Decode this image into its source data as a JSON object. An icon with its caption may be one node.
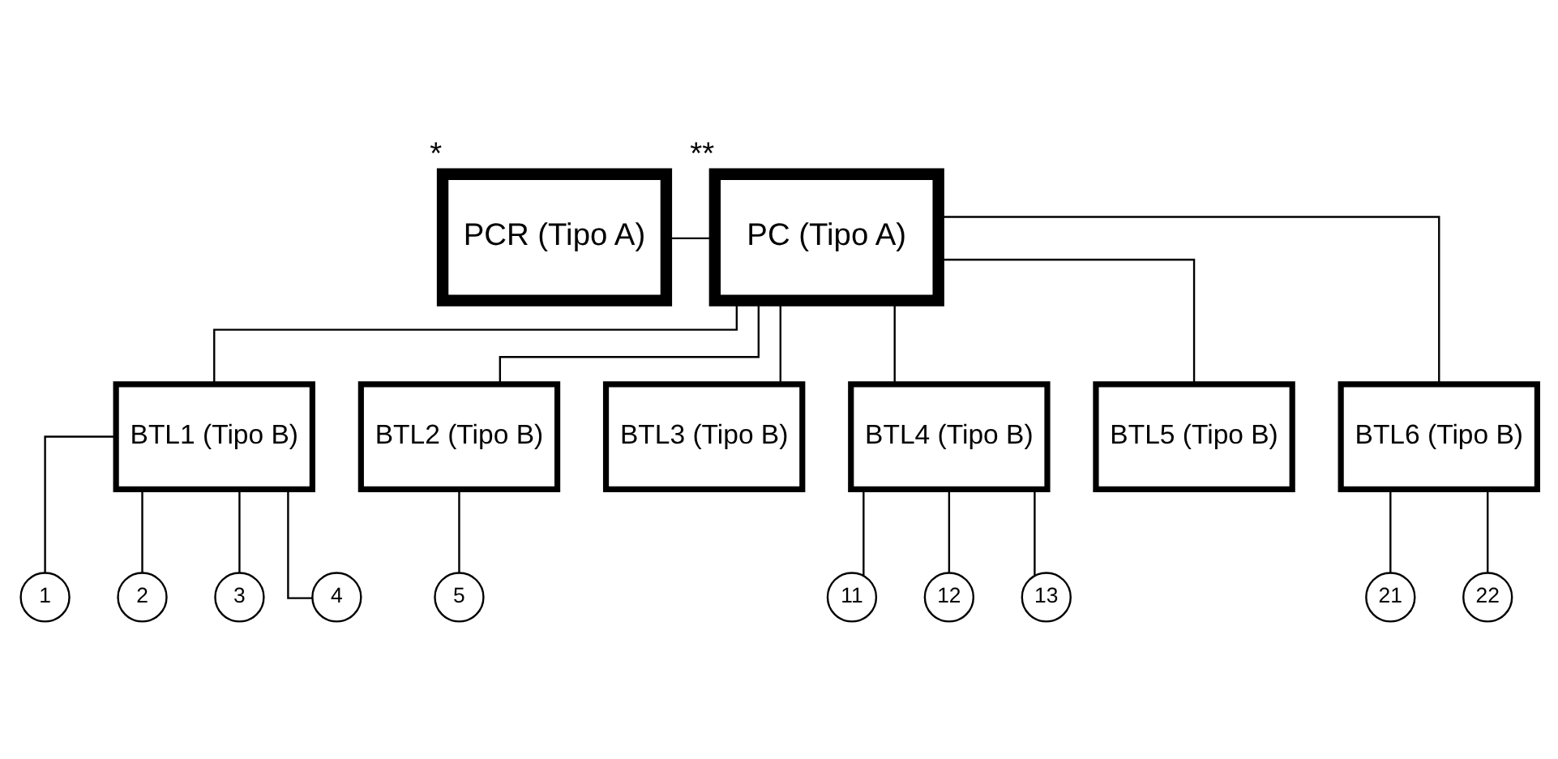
{
  "diagram": {
    "nodes": [
      {
        "text": [
          "PCR (Tipo A)"
        ],
        "beside": [
          "*"
        ]
      },
      {
        "text": [
          "PC (Tipo A)"
        ],
        "beside": [
          "**"
        ]
      },
      {
        "text": [
          "BTL1 (Tipo B)"
        ]
      },
      {
        "text": [
          "BTL2 (Tipo B)"
        ]
      },
      {
        "text": [
          "BTL3 (Tipo B)"
        ]
      },
      {
        "text": [
          "BTL4 (Tipo B)"
        ]
      },
      {
        "text": [
          "BTL5 (Tipo B)"
        ]
      },
      {
        "text": [
          "BTL6 (Tipo B)"
        ]
      },
      {
        "text": [
          "1"
        ]
      },
      {
        "text": [
          "2"
        ]
      },
      {
        "text": [
          "3"
        ]
      },
      {
        "text": [
          "4"
        ]
      },
      {
        "text": [
          "5"
        ]
      },
      {
        "text": [
          "11"
        ]
      },
      {
        "text": [
          "12"
        ]
      },
      {
        "text": [
          "13"
        ]
      },
      {
        "text": [
          "21"
        ]
      },
      {
        "text": [
          "22"
        ]
      }
    ],
    "edges": [
      {
        "from": 0,
        "to": 1,
        "arrow": "none"
      },
      {
        "from": 1,
        "to": 2,
        "arrow": "none"
      },
      {
        "from": 1,
        "to": 3,
        "arrow": "none"
      },
      {
        "from": 1,
        "to": 4,
        "arrow": "none"
      },
      {
        "from": 1,
        "to": 5,
        "arrow": "none"
      },
      {
        "from": 1,
        "to": 6,
        "arrow": "none"
      },
      {
        "from": 1,
        "to": 7,
        "arrow": "none"
      },
      {
        "from": 2,
        "to": 8,
        "arrow": "none"
      },
      {
        "from": 2,
        "to": 9,
        "arrow": "none"
      },
      {
        "from": 2,
        "to": 10,
        "arrow": "none"
      },
      {
        "from": 2,
        "to": 11,
        "arrow": "none"
      },
      {
        "from": 3,
        "to": 12,
        "arrow": "none"
      },
      {
        "from": 5,
        "to": 13,
        "arrow": "none"
      },
      {
        "from": 5,
        "to": 14,
        "arrow": "none"
      },
      {
        "from": 5,
        "to": 15,
        "arrow": "none"
      },
      {
        "from": 7,
        "to": 16,
        "arrow": "none"
      },
      {
        "from": 7,
        "to": 17,
        "arrow": "none"
      }
    ]
  }
}
